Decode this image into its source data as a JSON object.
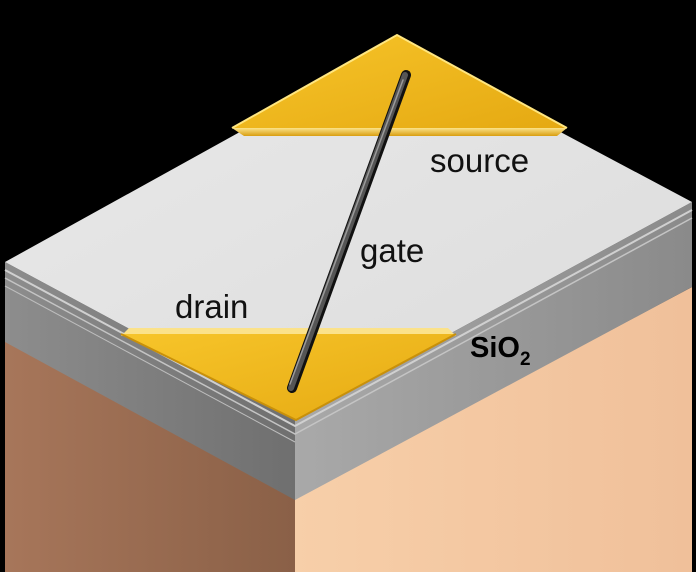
{
  "labels": {
    "source": "source",
    "gate": "gate",
    "drain": "drain",
    "oxide_main": "SiO",
    "oxide_sub": "2"
  },
  "colors": {
    "background": "#000000",
    "top_surface": "#e4e4e4",
    "oxide_side": "#9a9a9a",
    "substrate_side": "#f2c6a0",
    "electrode": "#f0b820",
    "gate_wire": "#333333"
  }
}
